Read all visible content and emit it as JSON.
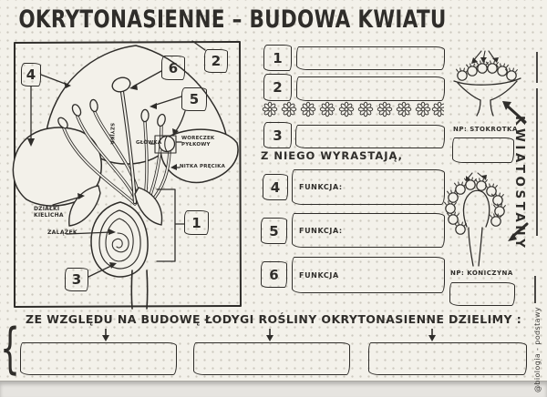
{
  "page": {
    "title": "OKRYTONASIENNE – BUDOWA KWIATU",
    "watermark": "@biologia - podstawy"
  },
  "colors": {
    "paper": "#f3f1ea",
    "ink": "#2f2d2a",
    "dots": "#ccc9be"
  },
  "flower_diagram": {
    "callouts": [
      {
        "num": "4"
      },
      {
        "num": "6"
      },
      {
        "num": "2"
      },
      {
        "num": "5"
      },
      {
        "num": "1"
      },
      {
        "num": "3"
      }
    ],
    "part_labels": {
      "style": "SZYJKA",
      "anther_head": "GŁÓWKA",
      "pollen_sac": "WORECZEK PYŁKOWY",
      "filament": "NITKA PRĘCIKA",
      "sepals": "DZIAŁKI KIELICHA",
      "ovule": "ZALĄŻEK"
    }
  },
  "worksheet": {
    "term_rows": [
      {
        "num": "1"
      },
      {
        "num": "2"
      },
      {
        "num": "3"
      }
    ],
    "grow_caption": "Z NIEGO WYRASTAJĄ,",
    "function_rows": [
      {
        "num": "4",
        "label": "FUNKCJA:"
      },
      {
        "num": "5",
        "label": "FUNKCJA:"
      },
      {
        "num": "6",
        "label": "FUNKCJA"
      }
    ]
  },
  "inflorescences": {
    "heading": "KWIATOSTANY",
    "examples": [
      {
        "caption": "NP: STOKROTKA"
      },
      {
        "caption": "NP: KONICZYNA"
      }
    ]
  },
  "bottom_section": {
    "prompt": "ZE WZGLĘDU NA BUDOWĘ ŁODYGI ROŚLINY OKRYTONASIENNE DZIELIMY :"
  },
  "decor": {
    "brace": "{"
  }
}
